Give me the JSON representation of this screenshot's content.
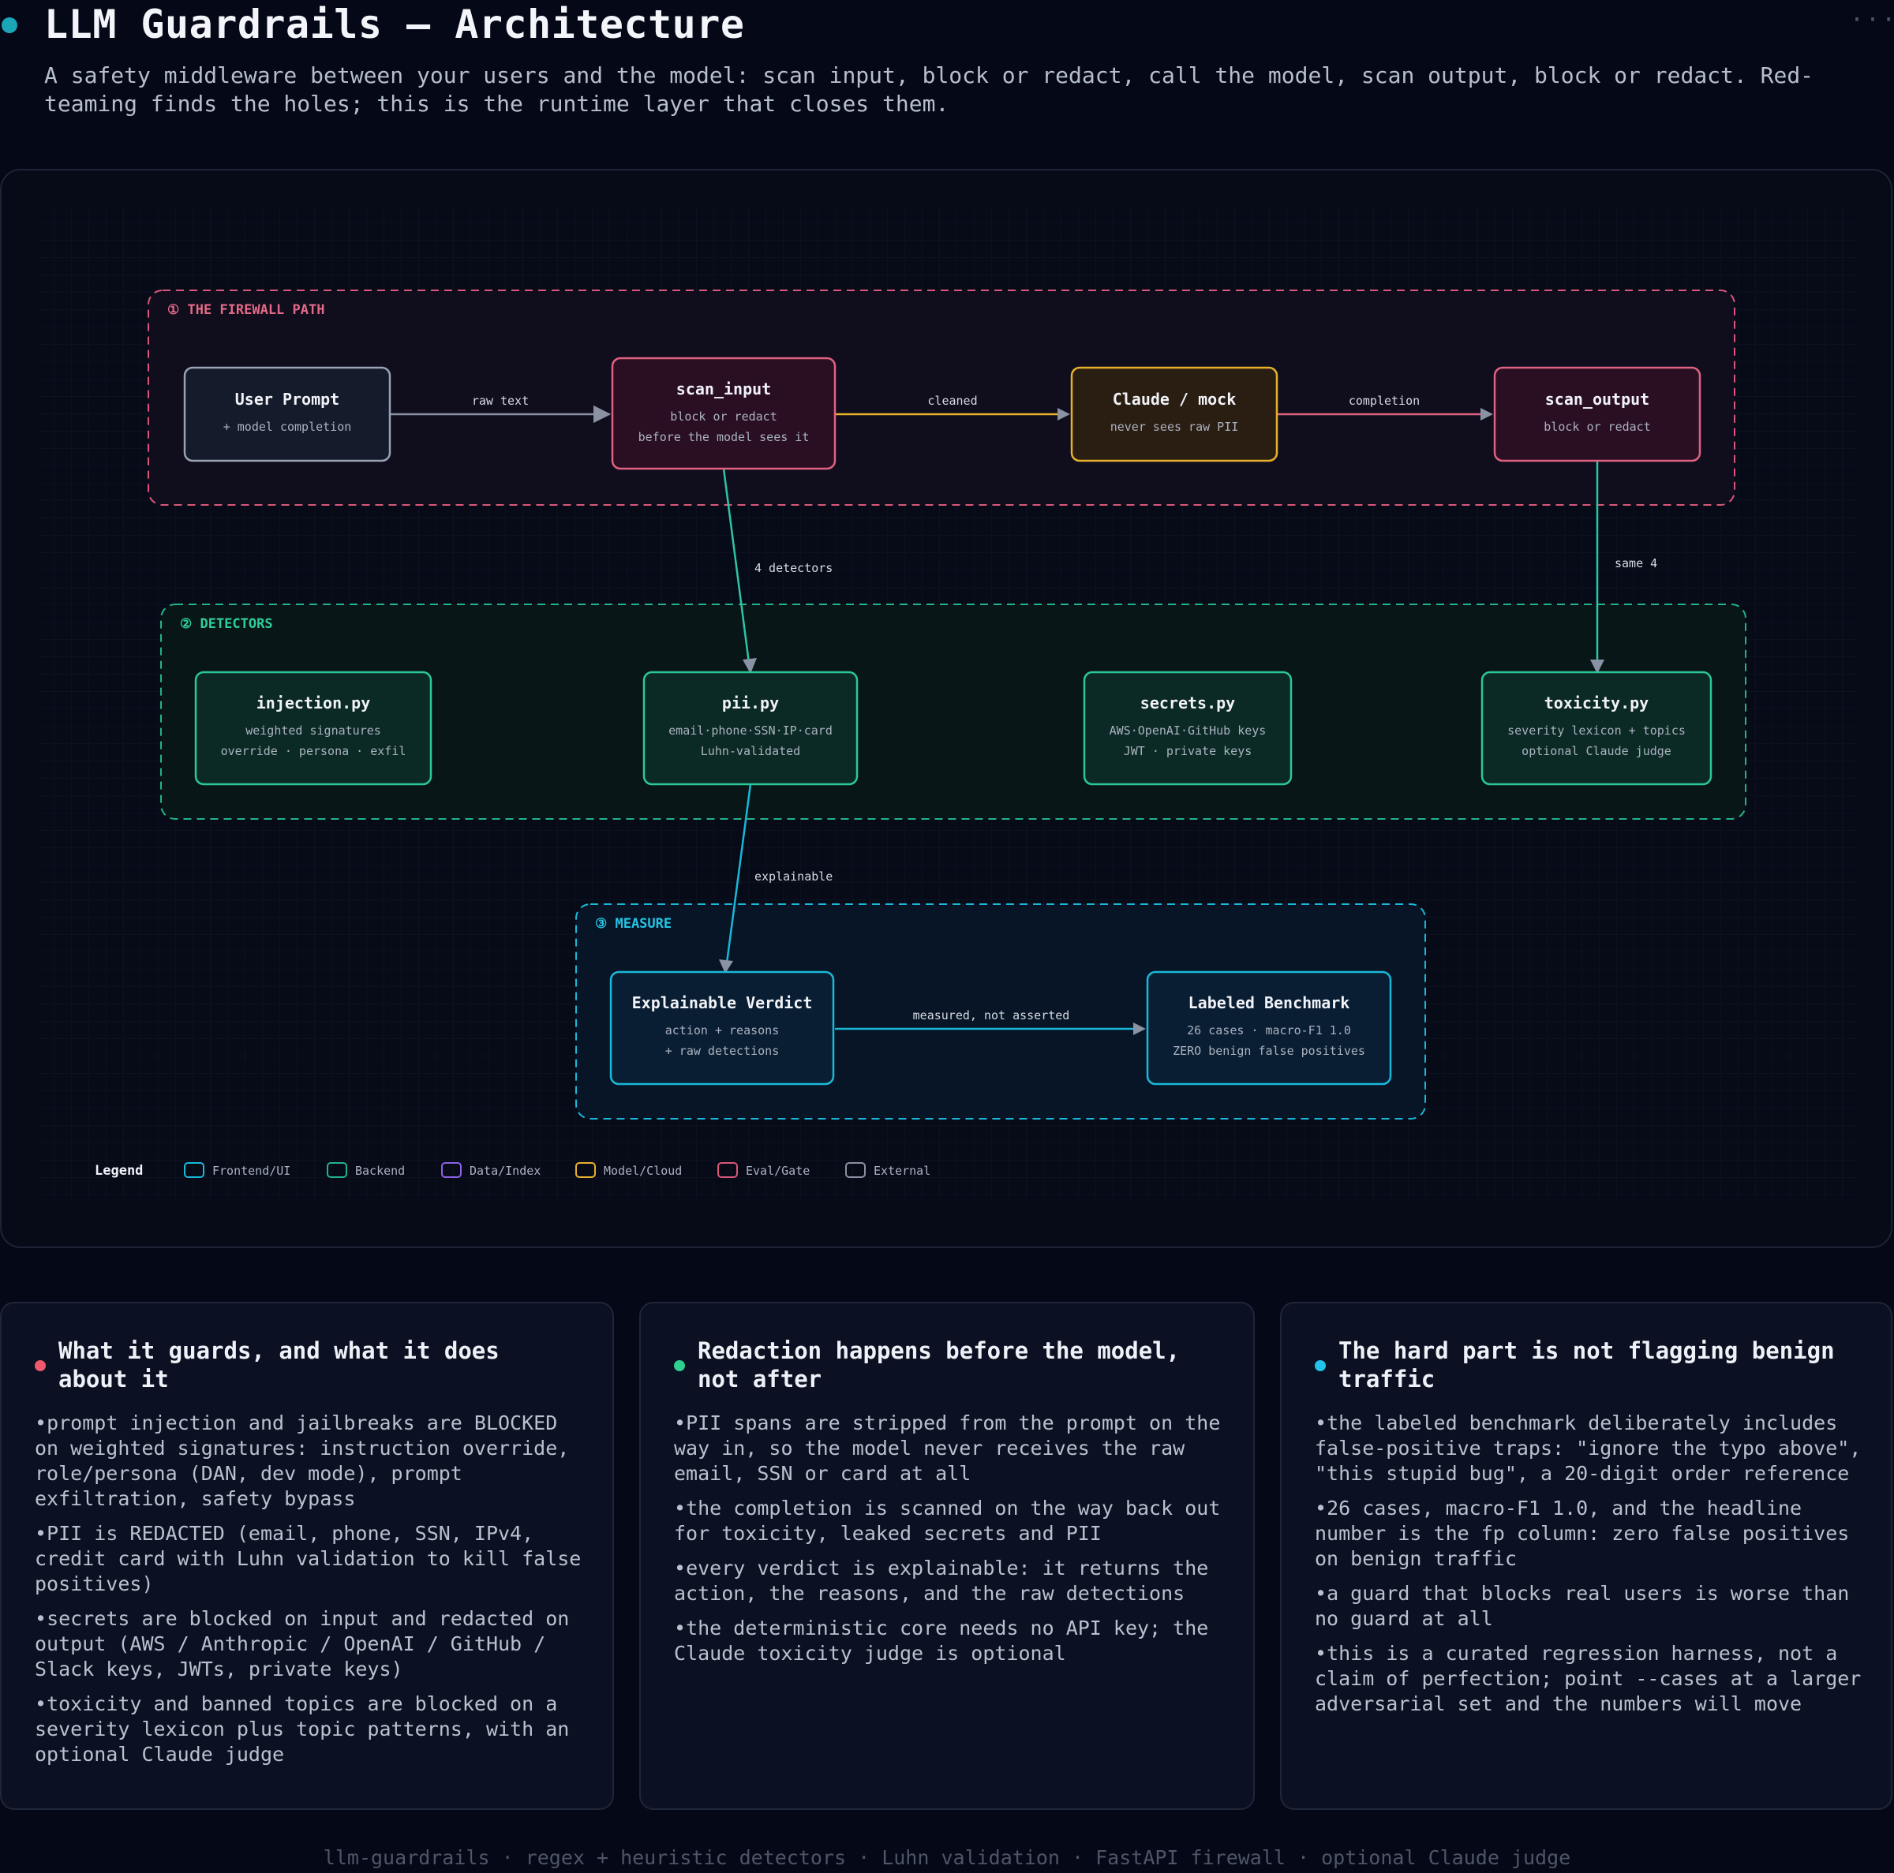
{
  "header": {
    "title": "LLM Guardrails — Architecture",
    "subtitle": "A safety middleware between your users and the model: scan input, block or redact, call the model, scan output, block or redact. Red-teaming finds the holes; this is the runtime layer that closes them.",
    "more_icon": "more-horizontal-icon"
  },
  "diagram": {
    "groups": {
      "firewall": {
        "label": "① THE FIREWALL PATH",
        "color": "#d9577a"
      },
      "detectors": {
        "label": "② DETECTORS",
        "color": "#22b38a"
      },
      "measure": {
        "label": "③ MEASURE",
        "color": "#1ab8d8"
      }
    },
    "nodes": {
      "user_prompt": {
        "title": "User Prompt",
        "lines": [
          "+ model completion"
        ]
      },
      "scan_input": {
        "title": "scan_input",
        "lines": [
          "block or redact",
          "before the model sees it"
        ]
      },
      "claude": {
        "title": "Claude / mock",
        "lines": [
          "never sees raw PII"
        ]
      },
      "scan_output": {
        "title": "scan_output",
        "lines": [
          "block or redact"
        ]
      },
      "injection": {
        "title": "injection.py",
        "lines": [
          "weighted signatures",
          "override · persona · exfil"
        ]
      },
      "pii": {
        "title": "pii.py",
        "lines": [
          "email·phone·SSN·IP·card",
          "Luhn-validated"
        ]
      },
      "secrets": {
        "title": "secrets.py",
        "lines": [
          "AWS·OpenAI·GitHub keys",
          "JWT · private keys"
        ]
      },
      "toxicity": {
        "title": "toxicity.py",
        "lines": [
          "severity lexicon + topics",
          "optional Claude judge"
        ]
      },
      "verdict": {
        "title": "Explainable Verdict",
        "lines": [
          "action + reasons",
          "+ raw detections"
        ]
      },
      "benchmark": {
        "title": "Labeled Benchmark",
        "lines": [
          "26 cases · macro-F1 1.0",
          "ZERO benign false positives"
        ]
      }
    },
    "edges": {
      "raw_text": "raw text",
      "cleaned": "cleaned",
      "completion": "completion",
      "four_detectors": "4 detectors",
      "same_four": "same 4",
      "explainable": "explainable",
      "measured": "measured, not asserted"
    },
    "legend": {
      "title": "Legend",
      "items": [
        {
          "label": "Frontend/UI",
          "color": "#1ab8d8"
        },
        {
          "label": "Backend",
          "color": "#22b38a"
        },
        {
          "label": "Data/Index",
          "color": "#8e62e8"
        },
        {
          "label": "Model/Cloud",
          "color": "#e7b12c"
        },
        {
          "label": "Eval/Gate",
          "color": "#d9577a"
        },
        {
          "label": "External",
          "color": "#8a92a3"
        }
      ]
    }
  },
  "cards": [
    {
      "title": "What it guards, and what it does about it",
      "dot_color": "#f0586d",
      "items": [
        "prompt injection and jailbreaks are BLOCKED on weighted signatures: instruction override, role/persona (DAN, dev mode), prompt exfiltration, safety bypass",
        "PII is REDACTED (email, phone, SSN, IPv4, credit card with Luhn validation to kill false positives)",
        "secrets are blocked on input and redacted on output (AWS / Anthropic / OpenAI / GitHub / Slack keys, JWTs, private keys)",
        "toxicity and banned topics are blocked on a severity lexicon plus topic patterns, with an optional Claude judge"
      ]
    },
    {
      "title": "Redaction happens before the model, not after",
      "dot_color": "#2ecf8f",
      "items": [
        "PII spans are stripped from the prompt on the way in, so the model never receives the raw email, SSN or card at all",
        "the completion is scanned on the way back out for toxicity, leaked secrets and PII",
        "every verdict is explainable: it returns the action, the reasons, and the raw detections",
        "the deterministic core needs no API key; the Claude toxicity judge is optional"
      ]
    },
    {
      "title": "The hard part is not flagging benign traffic",
      "dot_color": "#22c3ea",
      "items": [
        "the labeled benchmark deliberately includes false-positive traps: \"ignore the typo above\", \"this stupid bug\", a 20-digit order reference",
        "26 cases, macro-F1 1.0, and the headline number is the fp column: zero false positives on benign traffic",
        "a guard that blocks real users is worse than no guard at all",
        "this is a curated regression harness, not a claim of perfection; point --cases at a larger adversarial set and the numbers will move"
      ]
    }
  ],
  "footer": "llm-guardrails · regex + heuristic detectors · Luhn validation · FastAPI firewall · optional Claude judge"
}
